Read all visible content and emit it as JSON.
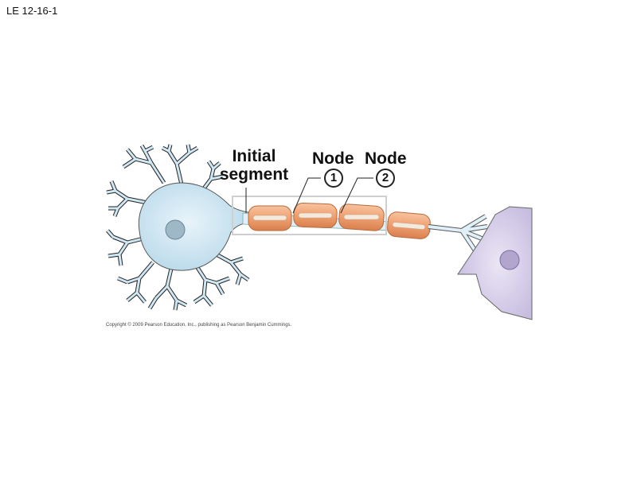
{
  "slide": {
    "title": "LE 12-16-1"
  },
  "labels": {
    "initial_segment": [
      "Initial",
      "segment"
    ],
    "node_1": "Node",
    "node_2": "Node",
    "node_1_number": "1",
    "node_2_number": "2"
  },
  "copyright": "Copyright © 2009 Pearson Education, Inc., publishing as Pearson Benjamin Cummings.",
  "colors": {
    "cell_body_left": "#cfe6f3",
    "cell_body_right": "#d9d2ea",
    "myelin": "#f0a070",
    "myelin_outline": "#c86a3a",
    "axon": "#dff0f8",
    "highlight_box": "#cfcfcf"
  }
}
